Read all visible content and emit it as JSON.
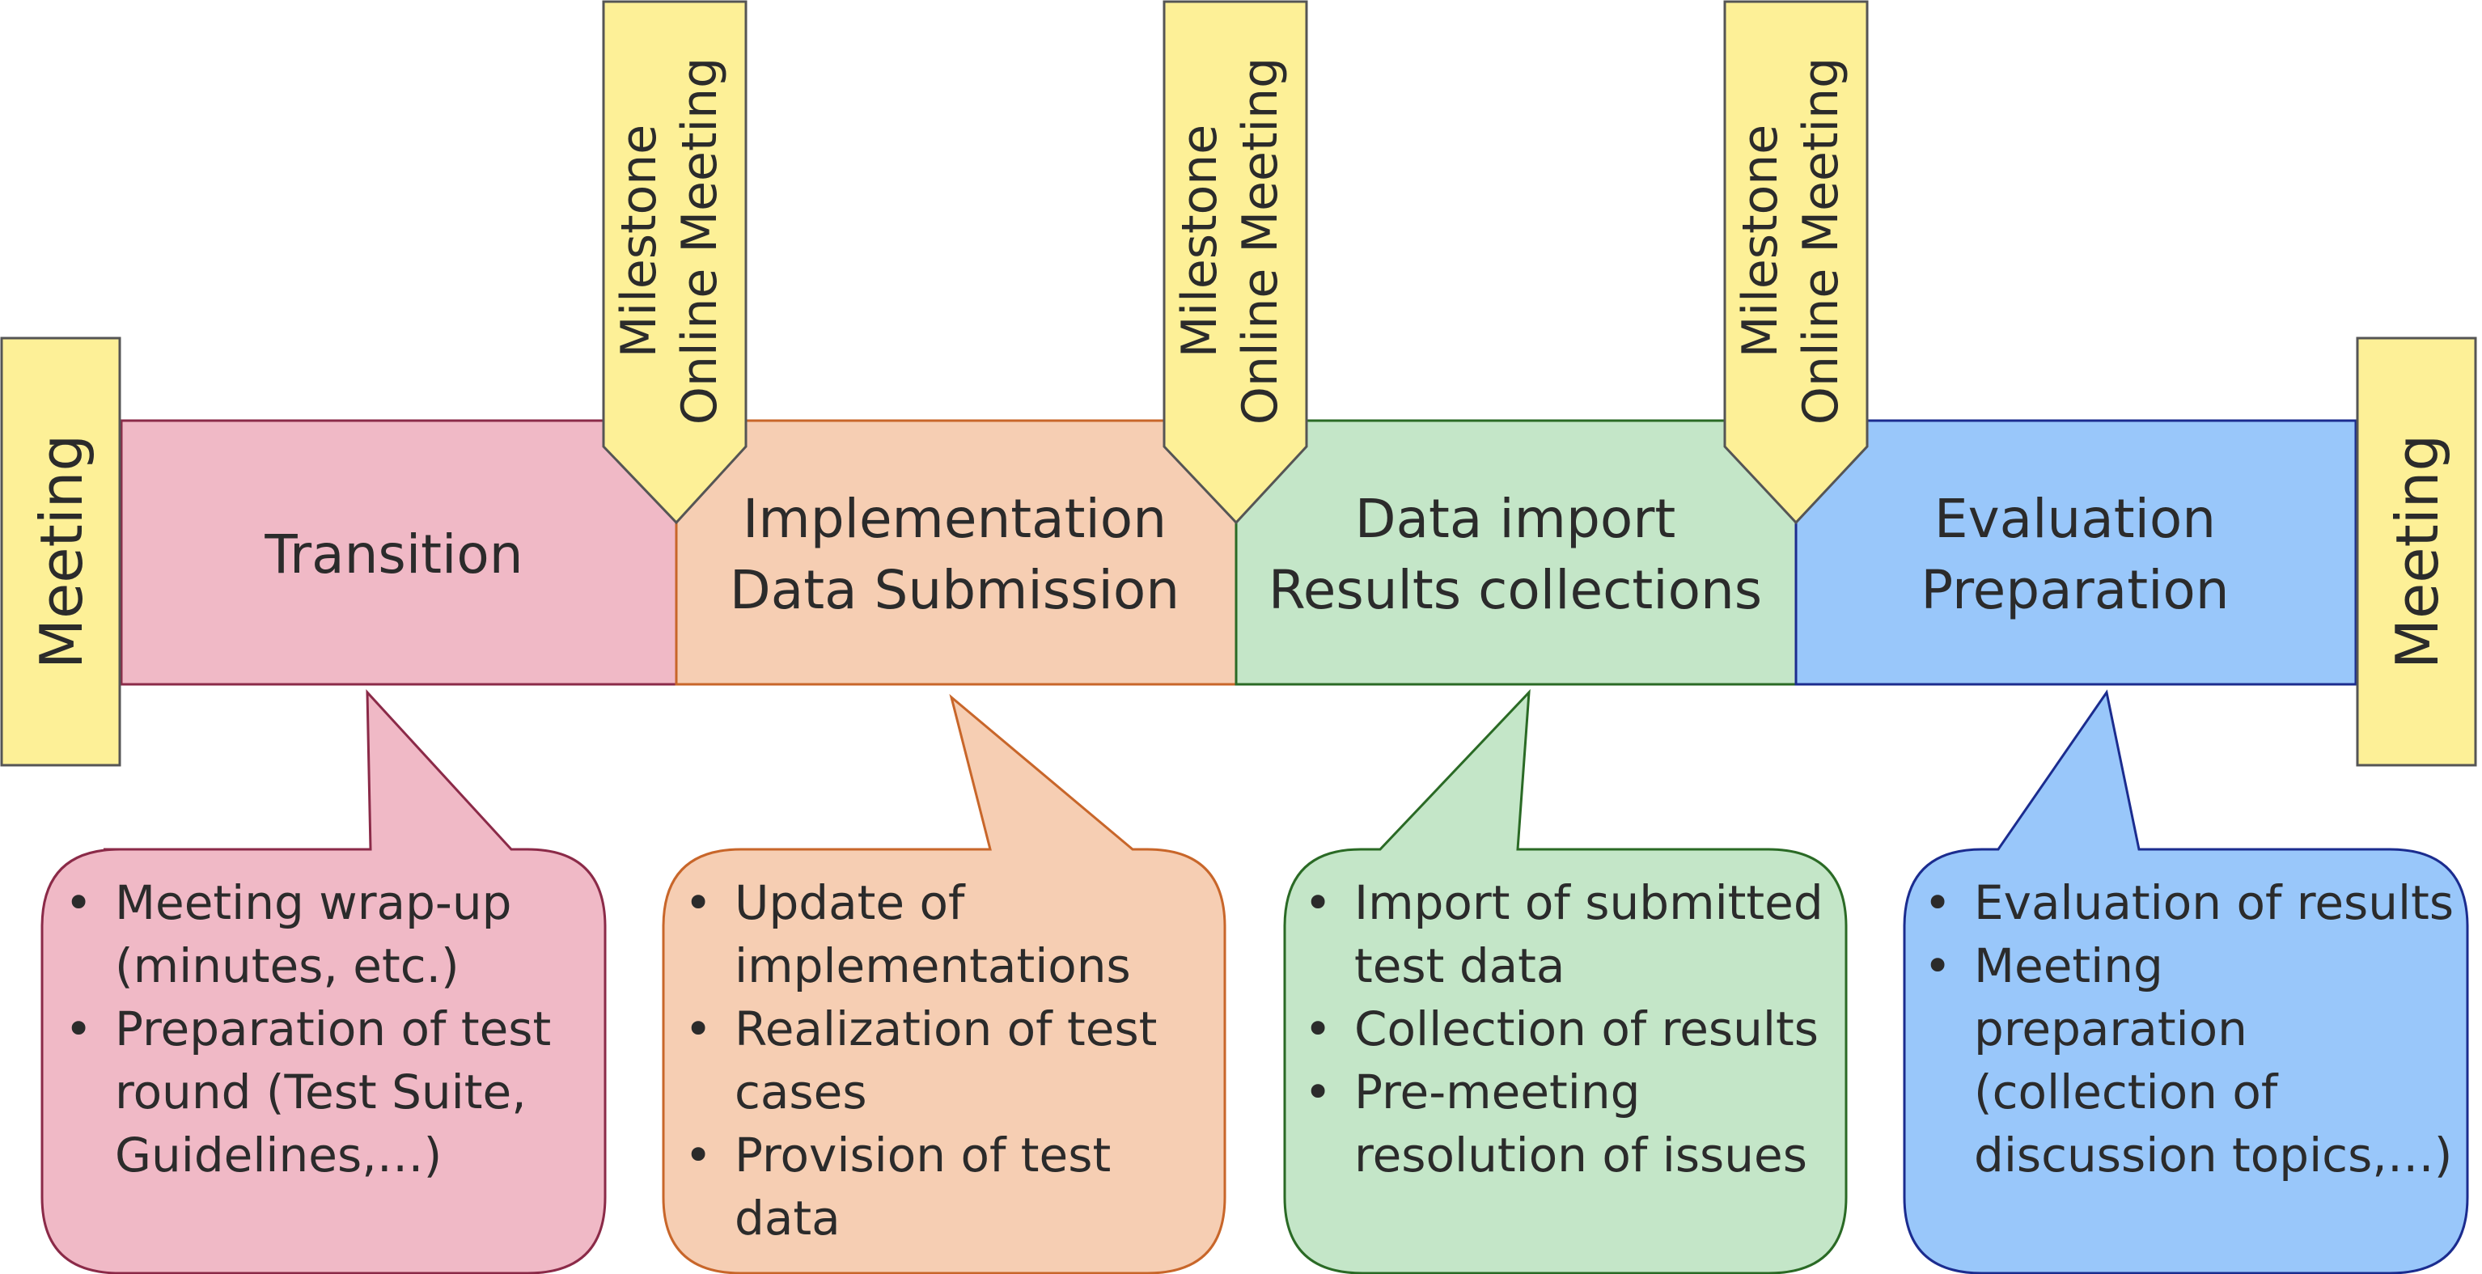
{
  "meetings": {
    "start": "Meeting",
    "end": "Meeting"
  },
  "milestones": [
    {
      "line1": "Milestone",
      "line2": "Online Meeting"
    },
    {
      "line1": "Milestone",
      "line2": "Online Meeting"
    },
    {
      "line1": "Milestone",
      "line2": "Online Meeting"
    }
  ],
  "phases": [
    {
      "lines": [
        "Transition"
      ],
      "color": "#f0b9c6"
    },
    {
      "lines": [
        "Implementation",
        "Data Submission"
      ],
      "color": "#f6ceb3"
    },
    {
      "lines": [
        "Data import",
        "Results collections"
      ],
      "color": "#c4e6c8"
    },
    {
      "lines": [
        "Evaluation",
        "Preparation"
      ],
      "color": "#99c7fa"
    }
  ],
  "callouts": [
    {
      "color": "#f0b9c6",
      "border": "#8b2a48",
      "items": [
        [
          "Meeting wrap-up",
          "(minutes, etc.)"
        ],
        [
          "Preparation of test",
          "round (Test Suite,",
          "Guidelines,…)"
        ]
      ]
    },
    {
      "color": "#f6ceb3",
      "border": "#c8662a",
      "items": [
        [
          "Update of",
          "implementations"
        ],
        [
          "Realization of test",
          "cases"
        ],
        [
          "Provision of test",
          "data"
        ]
      ]
    },
    {
      "color": "#c4e6c8",
      "border": "#2a6a25",
      "items": [
        [
          "Import of submitted",
          "test data"
        ],
        [
          "Collection of results"
        ],
        [
          "Pre-meeting",
          "resolution of issues"
        ]
      ]
    },
    {
      "color": "#99c7fa",
      "border": "#1b2c8f",
      "items": [
        [
          "Evaluation of results"
        ],
        [
          "Meeting",
          "preparation",
          "(collection of",
          "discussion topics,…)"
        ]
      ]
    }
  ],
  "colors": {
    "milestone_fill": "#fdf097",
    "milestone_border": "#555555"
  }
}
